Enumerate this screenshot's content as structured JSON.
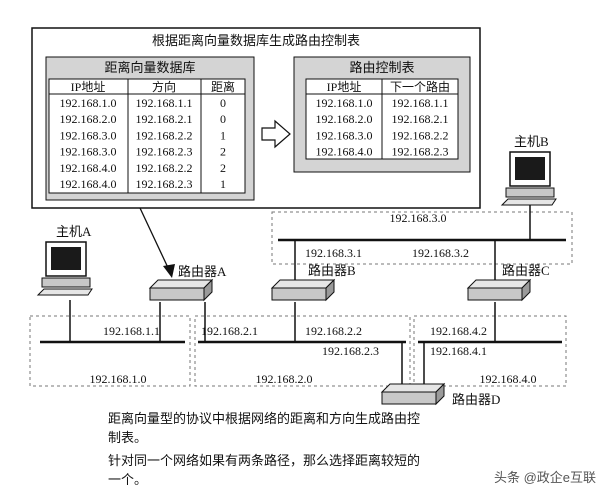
{
  "panel": {
    "title": "根据距离向量数据库生成路由控制表",
    "dv_table": {
      "title": "距离向量数据库",
      "headers": [
        "IP地址",
        "方向",
        "距离"
      ],
      "rows": [
        [
          "192.168.1.0",
          "192.168.1.1",
          "0"
        ],
        [
          "192.168.2.0",
          "192.168.2.1",
          "0"
        ],
        [
          "192.168.3.0",
          "192.168.2.2",
          "1"
        ],
        [
          "192.168.3.0",
          "192.168.2.3",
          "2"
        ],
        [
          "192.168.4.0",
          "192.168.2.2",
          "2"
        ],
        [
          "192.168.4.0",
          "192.168.2.3",
          "1"
        ]
      ]
    },
    "rt_table": {
      "title": "路由控制表",
      "headers": [
        "IP地址",
        "下一个路由"
      ],
      "rows": [
        [
          "192.168.1.0",
          "192.168.1.1"
        ],
        [
          "192.168.2.0",
          "192.168.2.1"
        ],
        [
          "192.168.3.0",
          "192.168.2.2"
        ],
        [
          "192.168.4.0",
          "192.168.2.3"
        ]
      ]
    }
  },
  "nodes": {
    "host_a": "主机A",
    "host_b": "主机B",
    "router_a": "路由器A",
    "router_b": "路由器B",
    "router_c": "路由器C",
    "router_d": "路由器D"
  },
  "networks": {
    "net1": "192.168.1.0",
    "net2": "192.168.2.0",
    "net3": "192.168.3.0",
    "net4": "192.168.4.0"
  },
  "interfaces": {
    "a_1": "192.168.1.1",
    "a_2": "192.168.2.1",
    "b_2": "192.168.2.2",
    "b_3": "192.168.3.1",
    "c_3": "192.168.3.2",
    "c_4": "192.168.4.2",
    "d_2": "192.168.2.3",
    "d_4": "192.168.4.1"
  },
  "caption": {
    "line1": "距离向量型的协议中根据网络的距离和方向生成路由控",
    "line2": "制表。",
    "line3": "针对同一个网络如果有两条路径，那么选择距离较短的",
    "line4": "一个。"
  },
  "watermark": "头条 @政企e互联",
  "colors": {
    "panel_fill": "#d4d4d4",
    "table_fill": "#ffffff",
    "device_fill": "#c8c8c8",
    "line": "#111111",
    "dashed": "#777777"
  }
}
